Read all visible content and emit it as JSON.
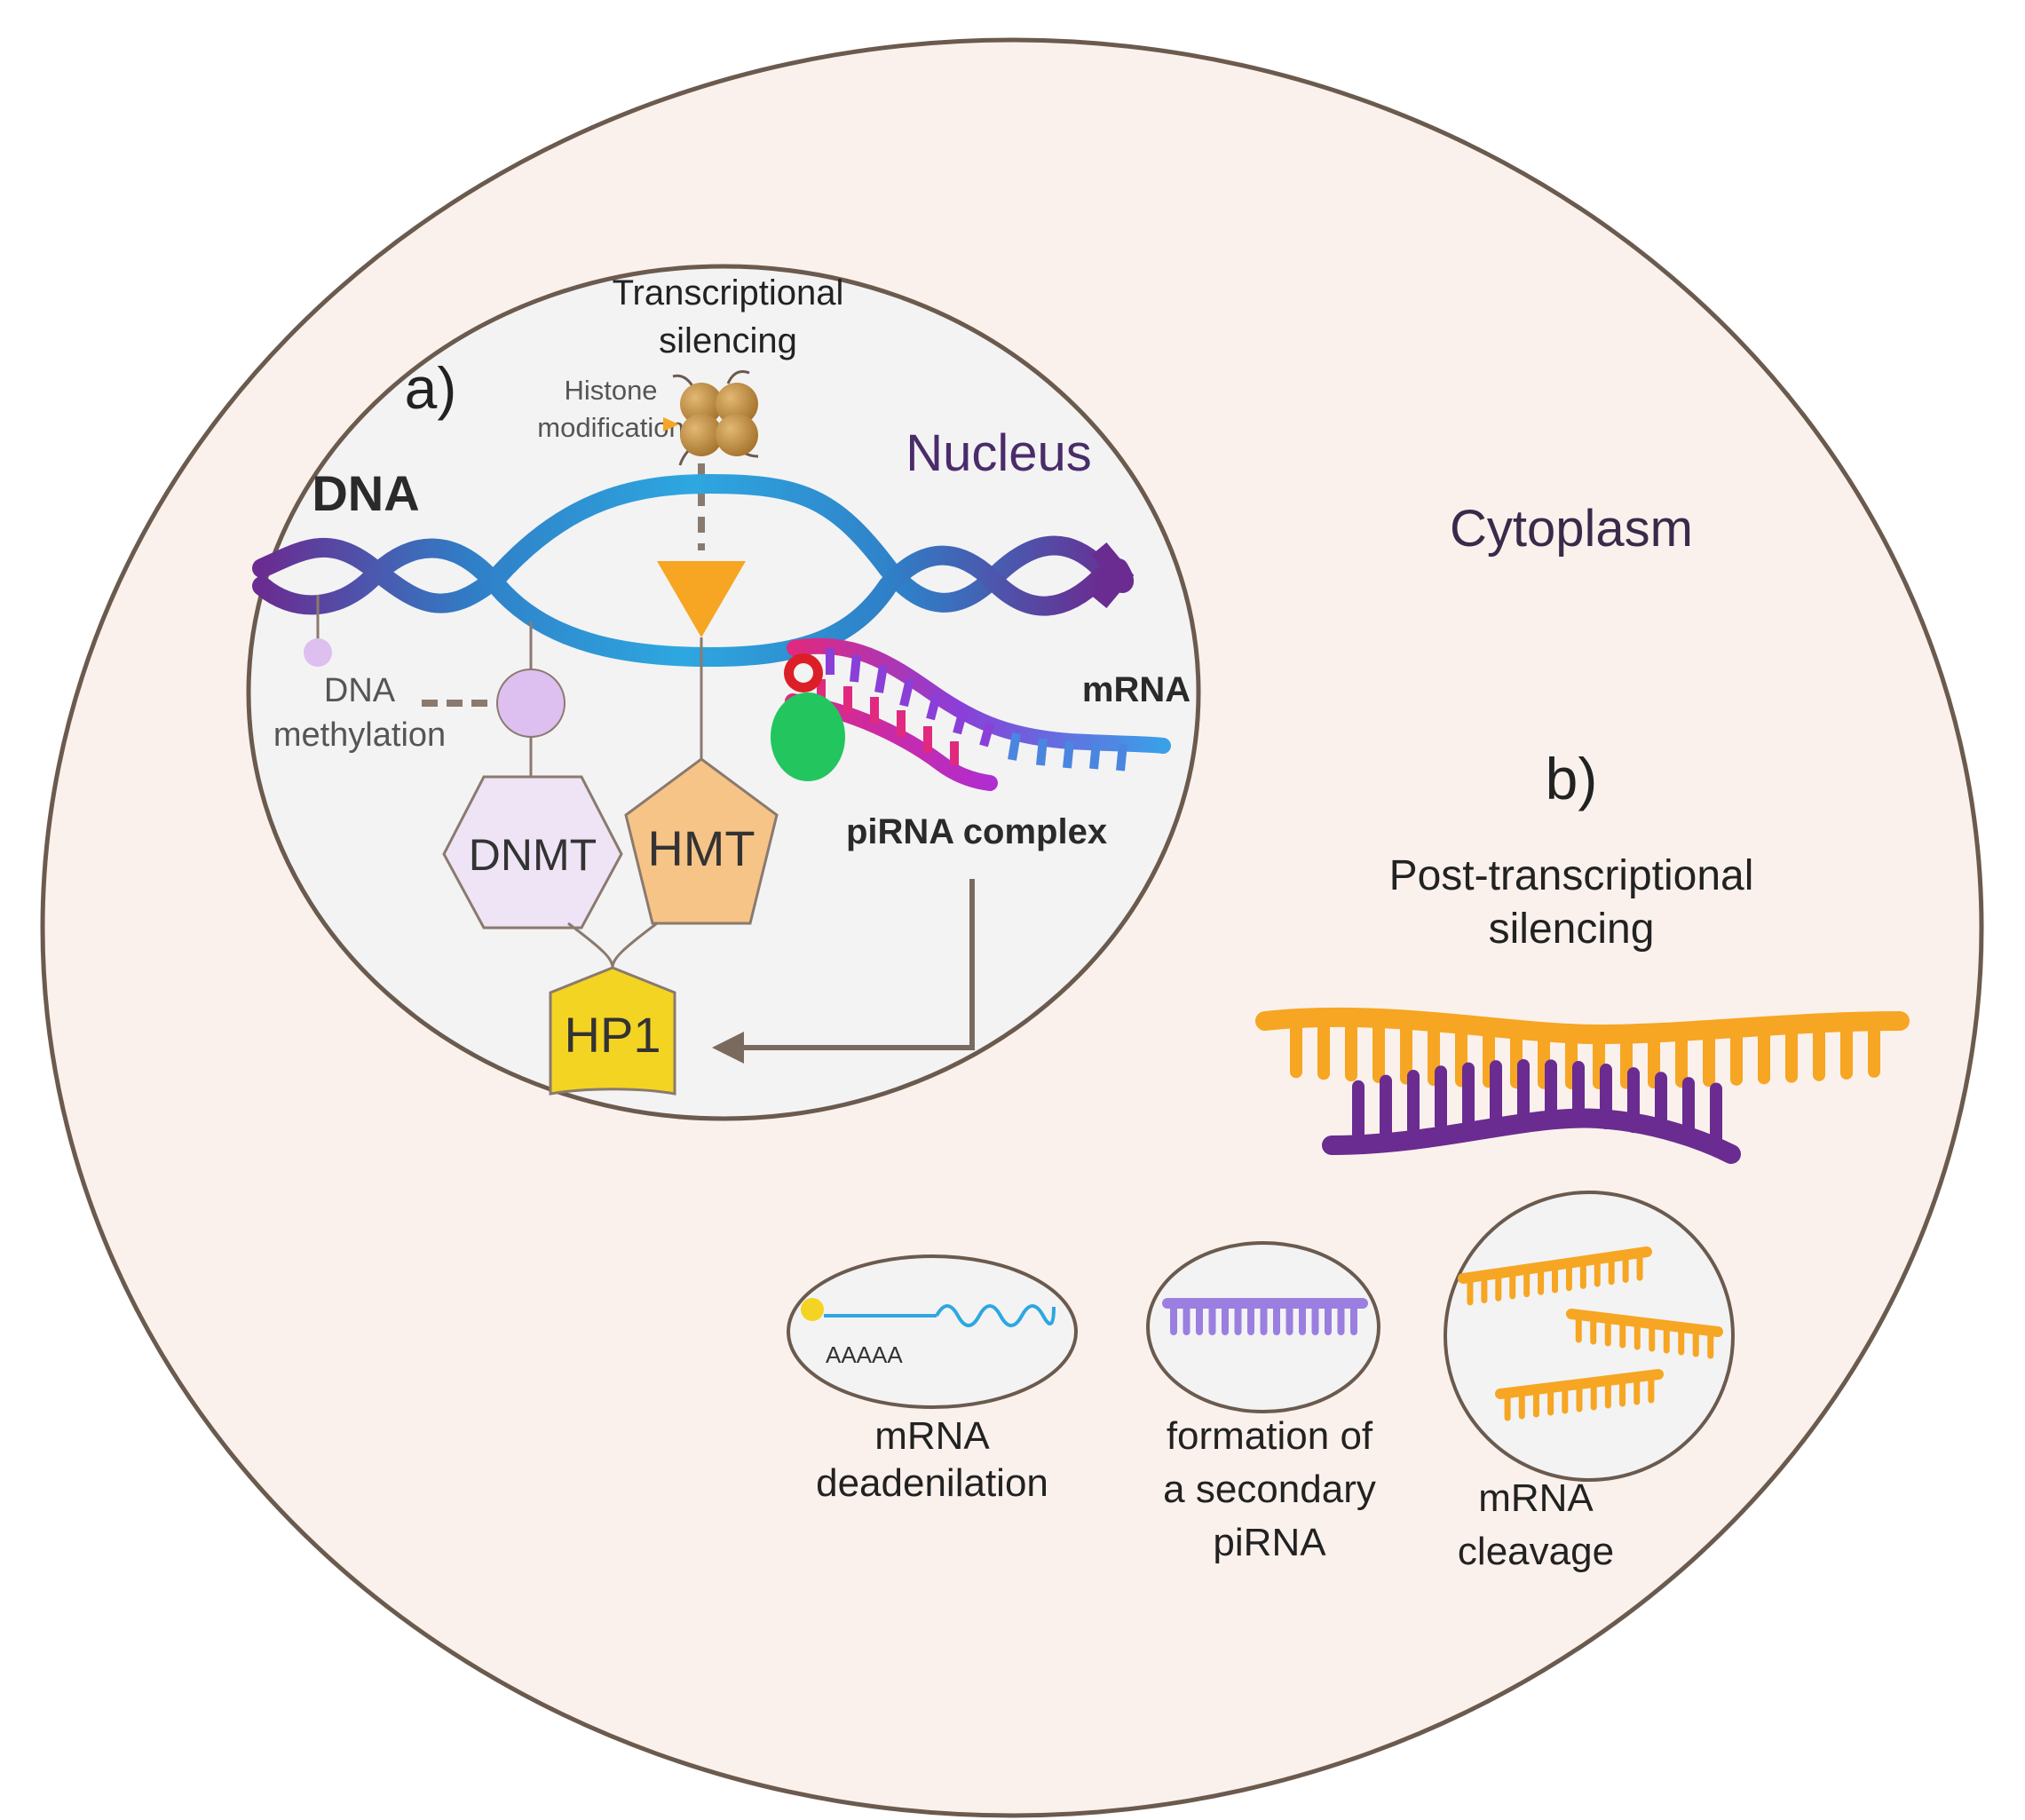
{
  "labels": {
    "transcriptional_silencing_line1": "Transcriptional",
    "transcriptional_silencing_line2": "silencing",
    "panel_a": "a)",
    "histone_line1": "Histone",
    "histone_line2": "modification",
    "nucleus": "Nucleus",
    "dna": "DNA",
    "dna_methylation_line1": "DNA",
    "dna_methylation_line2": "methylation",
    "mrna": "mRNA",
    "dnmt": "DNMT",
    "hmt": "HMT",
    "pirna_complex": "piRNA complex",
    "hp1": "HP1",
    "cytoplasm": "Cytoplasm",
    "panel_b": "b)",
    "post_line1": "Post-transcriptional",
    "post_line2": "silencing",
    "polya": "AAAAA",
    "deadenylation_line1": "mRNA",
    "deadenylation_line2": "deadenilation",
    "secondary_line1": "formation of",
    "secondary_line2": "a secondary",
    "secondary_line3": "piRNA",
    "cleavage_line1": "mRNA",
    "cleavage_line2": "cleavage"
  },
  "colors": {
    "cell_fill": "#fbf1ec",
    "nucleus_fill": "#f3f3f4",
    "outline": "#6b5a4e",
    "dna_purple": "#6a2c91",
    "dna_blue": "#2ea7e0",
    "orange": "#f6a623",
    "pink": "#e0297f",
    "hp1_yellow": "#f4d423",
    "hmt_orange": "#f7c487",
    "dnmt_lilac": "#efe4f6",
    "methyl_lilac": "#ddbff0",
    "green": "#22c55e",
    "red": "#dc1f26",
    "lilac_strand": "#9b7fe0"
  },
  "icons": [
    "nucleosome-icon",
    "pirna-complex-icon",
    "mrna-strand-icon"
  ]
}
